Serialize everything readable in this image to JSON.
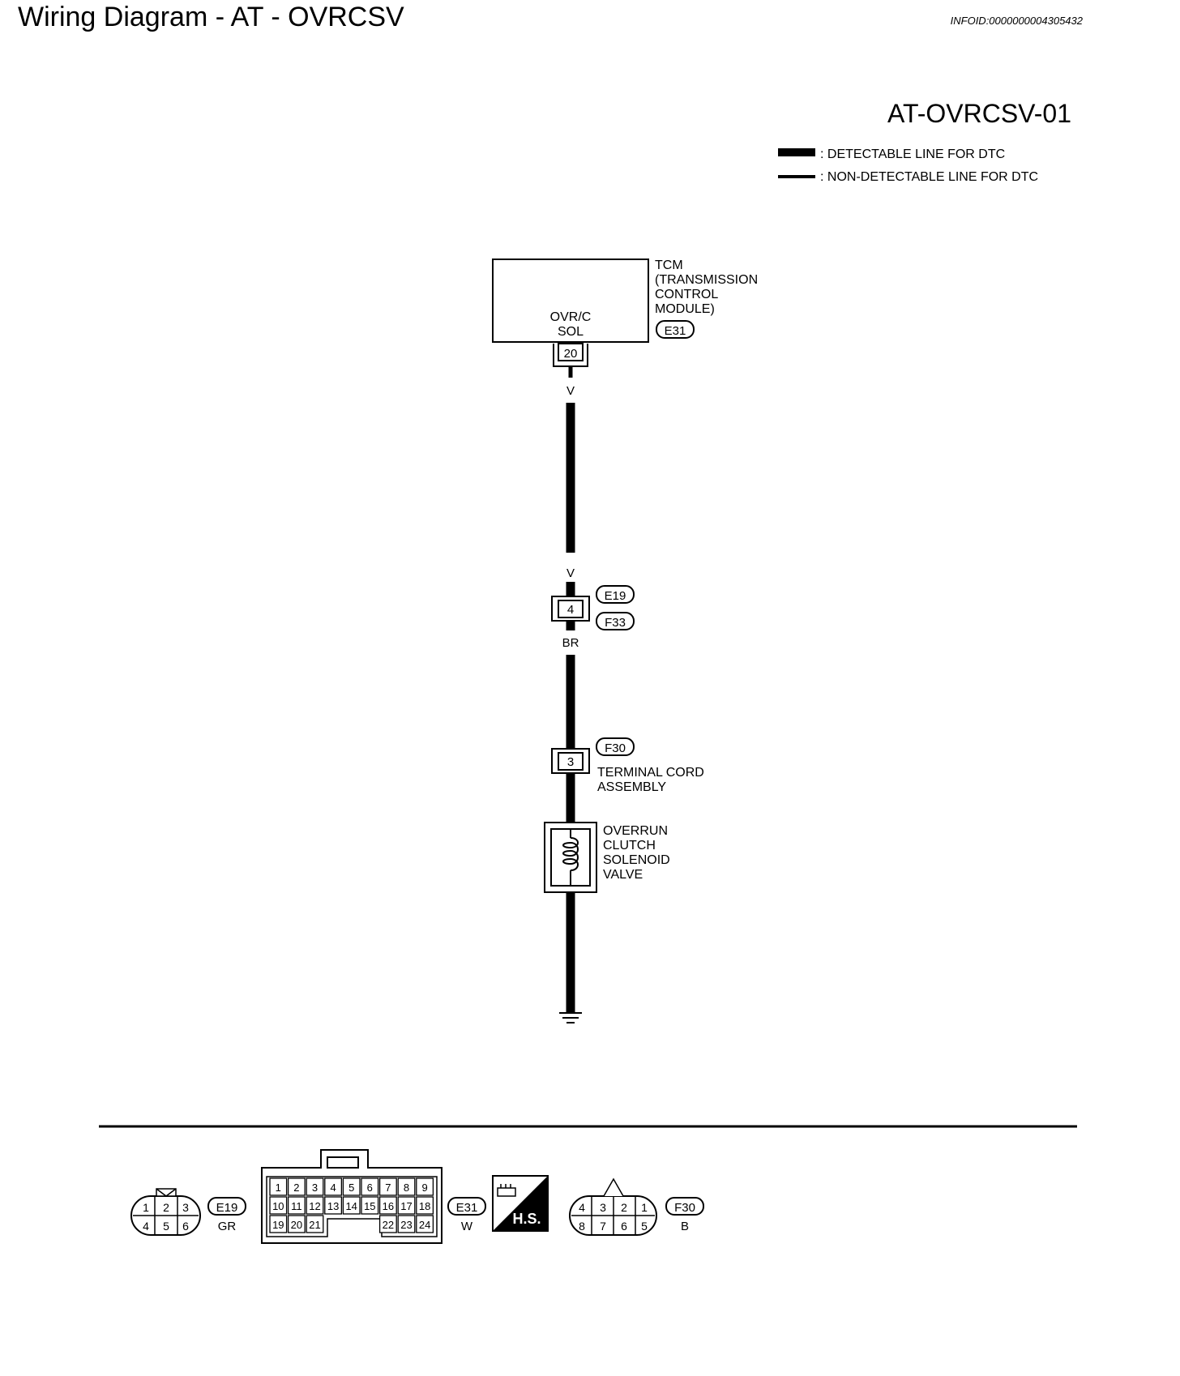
{
  "header": {
    "title": "Wiring Diagram - AT - OVRCSV",
    "info_id": "INFOID:0000000004305432"
  },
  "diagram": {
    "code": "AT-OVRCSV-01",
    "legend": {
      "detectable": ": DETECTABLE LINE FOR DTC",
      "non_detectable": ": NON-DETECTABLE LINE FOR DTC"
    },
    "tcm": {
      "name_lines": [
        "TCM",
        "(TRANSMISSION",
        "CONTROL",
        "MODULE)"
      ],
      "terminal_label_lines": [
        "OVR/C",
        "SOL"
      ],
      "connector": "E31",
      "pin": "20"
    },
    "wires": {
      "top_color": "V",
      "top_color_lower": "V",
      "mid_color": "BR"
    },
    "joint_connector": {
      "pin": "4",
      "connector_a": "E19",
      "connector_b": "F33"
    },
    "terminal_cord": {
      "pin": "3",
      "connector": "F30",
      "name_lines": [
        "TERMINAL CORD",
        "ASSEMBLY"
      ]
    },
    "solenoid": {
      "name_lines": [
        "OVERRUN",
        "CLUTCH",
        "SOLENOID",
        "VALVE"
      ]
    }
  },
  "connectors": {
    "e19": {
      "id": "E19",
      "color": "GR",
      "pins_top": [
        "1",
        "2",
        "3"
      ],
      "pins_bottom": [
        "4",
        "5",
        "6"
      ]
    },
    "e31": {
      "id": "E31",
      "color": "W",
      "row1": [
        "1",
        "2",
        "3",
        "4",
        "5",
        "6",
        "7",
        "8",
        "9"
      ],
      "row2": [
        "10",
        "11",
        "12",
        "13",
        "14",
        "15",
        "16",
        "17",
        "18"
      ],
      "row3_left": [
        "19",
        "20",
        "21"
      ],
      "row3_right": [
        "22",
        "23",
        "24"
      ]
    },
    "hs_badge": "H.S.",
    "f30": {
      "id": "F30",
      "color": "B",
      "pins_top": [
        "4",
        "3",
        "2",
        "1"
      ],
      "pins_bottom": [
        "8",
        "7",
        "6",
        "5"
      ]
    }
  }
}
